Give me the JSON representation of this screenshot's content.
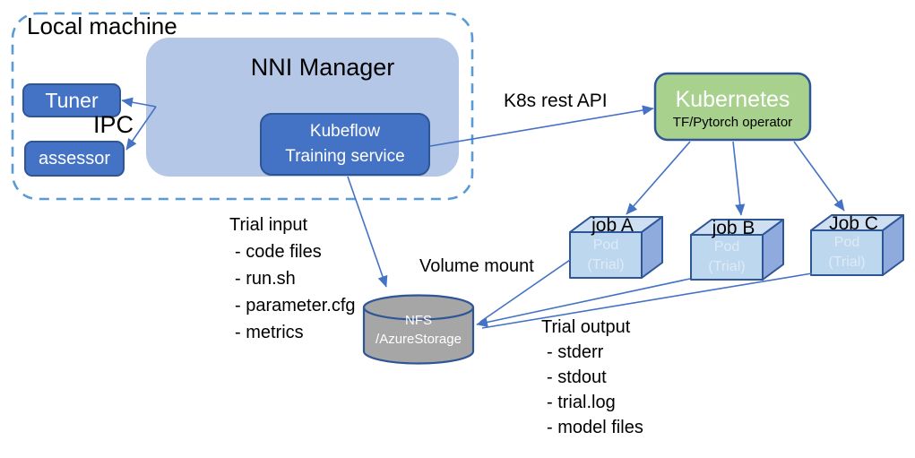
{
  "diagram": {
    "local_machine": {
      "label": "Local machine"
    },
    "nni_manager": {
      "label": "NNI Manager"
    },
    "tuner": {
      "label": "Tuner"
    },
    "assessor": {
      "label": "assessor"
    },
    "ipc": {
      "label": "IPC"
    },
    "kubeflow": {
      "line1": "Kubeflow",
      "line2": "Training service"
    },
    "k8s_rest_api": {
      "label": "K8s rest API"
    },
    "kubernetes": {
      "title": "Kubernetes",
      "subtitle": "TF/Pytorch operator"
    },
    "pods": [
      {
        "job": "job A",
        "line1": "Pod",
        "line2": "(Trial)"
      },
      {
        "job": "job B",
        "line1": "Pod",
        "line2": "(Trial)"
      },
      {
        "job": "Job C",
        "line1": "Pod",
        "line2": "(Trial)"
      }
    ],
    "storage": {
      "line1": "NFS",
      "line2": "/AzureStorage"
    },
    "volume_mount": {
      "label": "Volume mount"
    },
    "trial_input": {
      "title": "Trial input",
      "items": [
        "- code files",
        "- run.sh",
        "- parameter.cfg",
        "- metrics"
      ]
    },
    "trial_output": {
      "title": "Trial output",
      "items": [
        "- stderr",
        "- stdout",
        "- trial.log",
        "- model files"
      ]
    },
    "colors": {
      "primary_blue": "#4472C4",
      "border_blue": "#2E5697",
      "dash_blue": "#5B9BD5",
      "nni_fill": "#B4C7E7",
      "pod_front": "#BDD7EE",
      "pod_top": "#CDDFF0",
      "pod_side": "#8FAADC",
      "kubernetes_green": "#A9D18E",
      "storage_gray": "#A6A6A6"
    }
  }
}
